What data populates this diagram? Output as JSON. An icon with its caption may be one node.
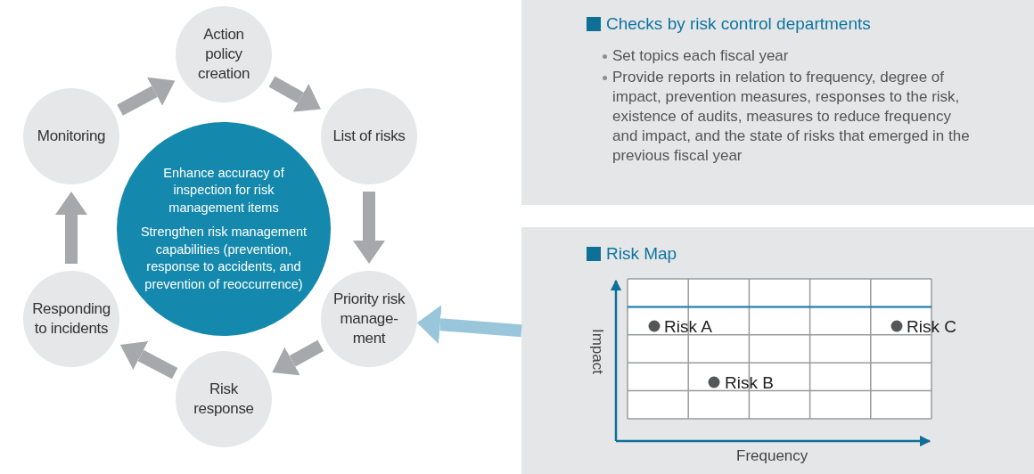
{
  "diagram": {
    "nodes": [
      {
        "text": [
          "Action policy creation"
        ]
      },
      {
        "text": [
          "List of risks"
        ]
      },
      {
        "text": [
          "Priority risk manage- ment"
        ]
      },
      {
        "text": [
          "Risk response"
        ]
      },
      {
        "text": [
          "Responding to incidents"
        ]
      },
      {
        "text": [
          "Monitoring"
        ]
      },
      {
        "text": [
          "Enhance accuracy of inspection for risk management items",
          "Strengthen risk management capabilities (prevention, response to accidents, and prevention of reoccurrence)"
        ]
      },
      {
        "text": [
          "Checks by risk control departments",
          "Set topics each fiscal year",
          "Provide reports in relation to frequency, degree of impact, prevention measures, responses to the risk, existence of audits, measures to reduce frequency and impact, and the state of risks that emerged in the previous fiscal year"
        ]
      },
      {
        "text": [
          "Risk Map"
        ]
      }
    ],
    "edges": [
      {
        "from": 0,
        "to": 1,
        "arrow": "to"
      },
      {
        "from": 1,
        "to": 2,
        "arrow": "to"
      },
      {
        "from": 2,
        "to": 3,
        "arrow": "to"
      },
      {
        "from": 3,
        "to": 4,
        "arrow": "to"
      },
      {
        "from": 4,
        "to": 5,
        "arrow": "to"
      },
      {
        "from": 5,
        "to": 0,
        "arrow": "to"
      },
      {
        "from": 8,
        "to": 2,
        "arrow": "to",
        "color": "#9ac6dc"
      }
    ],
    "labels": [
      "Risk A",
      "Risk C",
      "Impact",
      "Risk B",
      "Frequency"
    ]
  }
}
